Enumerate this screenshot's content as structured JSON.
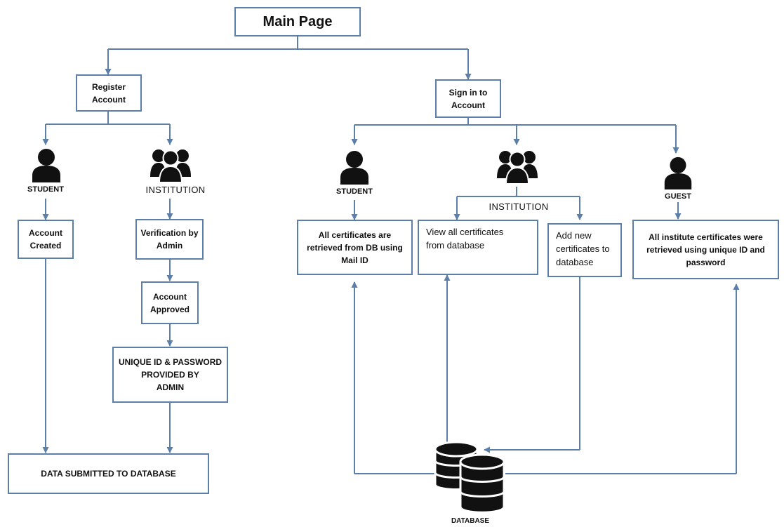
{
  "nodes": {
    "main_page": "Main Page",
    "register_account": "Register\nAccount",
    "sign_in": "Sign in to\nAccount",
    "account_created": "Account\nCreated",
    "verification": "Verification by\nAdmin",
    "account_approved": "Account\nApproved",
    "unique_id": "UNIQUE ID & PASSWORD\nPROVIDED BY\nADMIN",
    "data_submitted": "DATA SUBMITTED TO DATABASE",
    "student_certs": "All certificates are\nretrieved from DB using\nMail ID",
    "view_certs": "View all certificates\nfrom database",
    "add_certs": "Add new\ncertificates to\ndatabase",
    "guest_certs": "All institute certificates were\nretrieved using unique  ID and\npassword"
  },
  "labels": {
    "student_left": "STUDENT",
    "institution_left": "INSTITUTION",
    "student_right": "STUDENT",
    "institution_right": "INSTITUTION",
    "guest": "GUEST",
    "database": "DATABASE"
  },
  "icons": {
    "student": "person-icon",
    "institution": "group-icon",
    "guest": "person-icon",
    "database": "database-icon"
  },
  "colors": {
    "line": "#5b7fa9",
    "icon": "#111111"
  }
}
